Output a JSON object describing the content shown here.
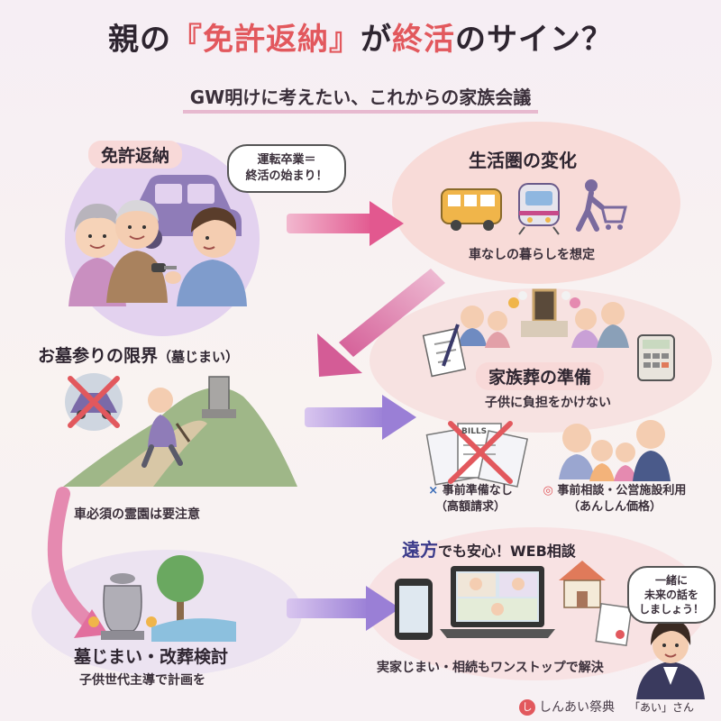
{
  "header": {
    "title_part1": "親の",
    "title_accent": "『免許返納』",
    "title_part2": "が",
    "title_accent2": "終活",
    "title_part3": "のサイン？",
    "subtitle": "GW明けに考えたい、これからの家族会議"
  },
  "step_license": {
    "heading": "免許返納",
    "bubble_line1": "運転卒業＝",
    "bubble_line2": "終活の始まり！"
  },
  "step_life": {
    "heading": "生活圏の変化",
    "caption": "車なしの暮らしを想定"
  },
  "step_grave": {
    "heading": "お墓参りの限界",
    "heading_note": "（墓じまい）",
    "caption": "車必須の霊園は要注意"
  },
  "step_funeral": {
    "heading": "家族葬の準備",
    "caption": "子供に負担をかけない",
    "bills_label": "BILLS",
    "option_bad_mark": "×",
    "option_bad_line1": "事前準備なし",
    "option_bad_line2": "（高額請求）",
    "option_good_mark": "◎",
    "option_good_line1": "事前相談・公営施設利用",
    "option_good_line2": "（あんしん価格）"
  },
  "step_reburial": {
    "heading": "墓じまい・改葬検討",
    "caption": "子供世代主導で計画を"
  },
  "step_web": {
    "heading_part1": "遠方",
    "heading_part2": "でも安心！WEB相談",
    "caption": "実家じまい・相続もワンストップで解決"
  },
  "assistant": {
    "bubble_line1": "一緒に",
    "bubble_line2": "未来の話を",
    "bubble_line3": "しましょう！",
    "name": "「あい」さん"
  },
  "brand": {
    "logo_text": "し",
    "name": "しんあい祭典"
  },
  "colors": {
    "accent_red": "#e2585d",
    "arrow_pink": "#e67fa8",
    "arrow_purple": "#a98ad9",
    "blob_pink": "#f7d8d6",
    "blob_purple": "#e6d8f0"
  }
}
